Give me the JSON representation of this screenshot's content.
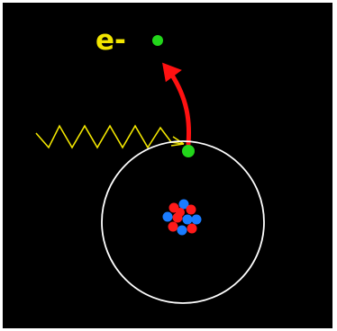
{
  "electron_label": "e-",
  "colors": {
    "background": "#000000",
    "label": "#f2e600",
    "electron": "#22d61a",
    "ejection_arrow": "#ff1111",
    "photon_wave": "#f2e600",
    "orbit": "#ffffff",
    "proton": "#ff1a1a",
    "neutron": "#1a7cff"
  },
  "icons": {
    "photon": "zigzag-wave-arrow",
    "ejection": "curved-arrow"
  }
}
